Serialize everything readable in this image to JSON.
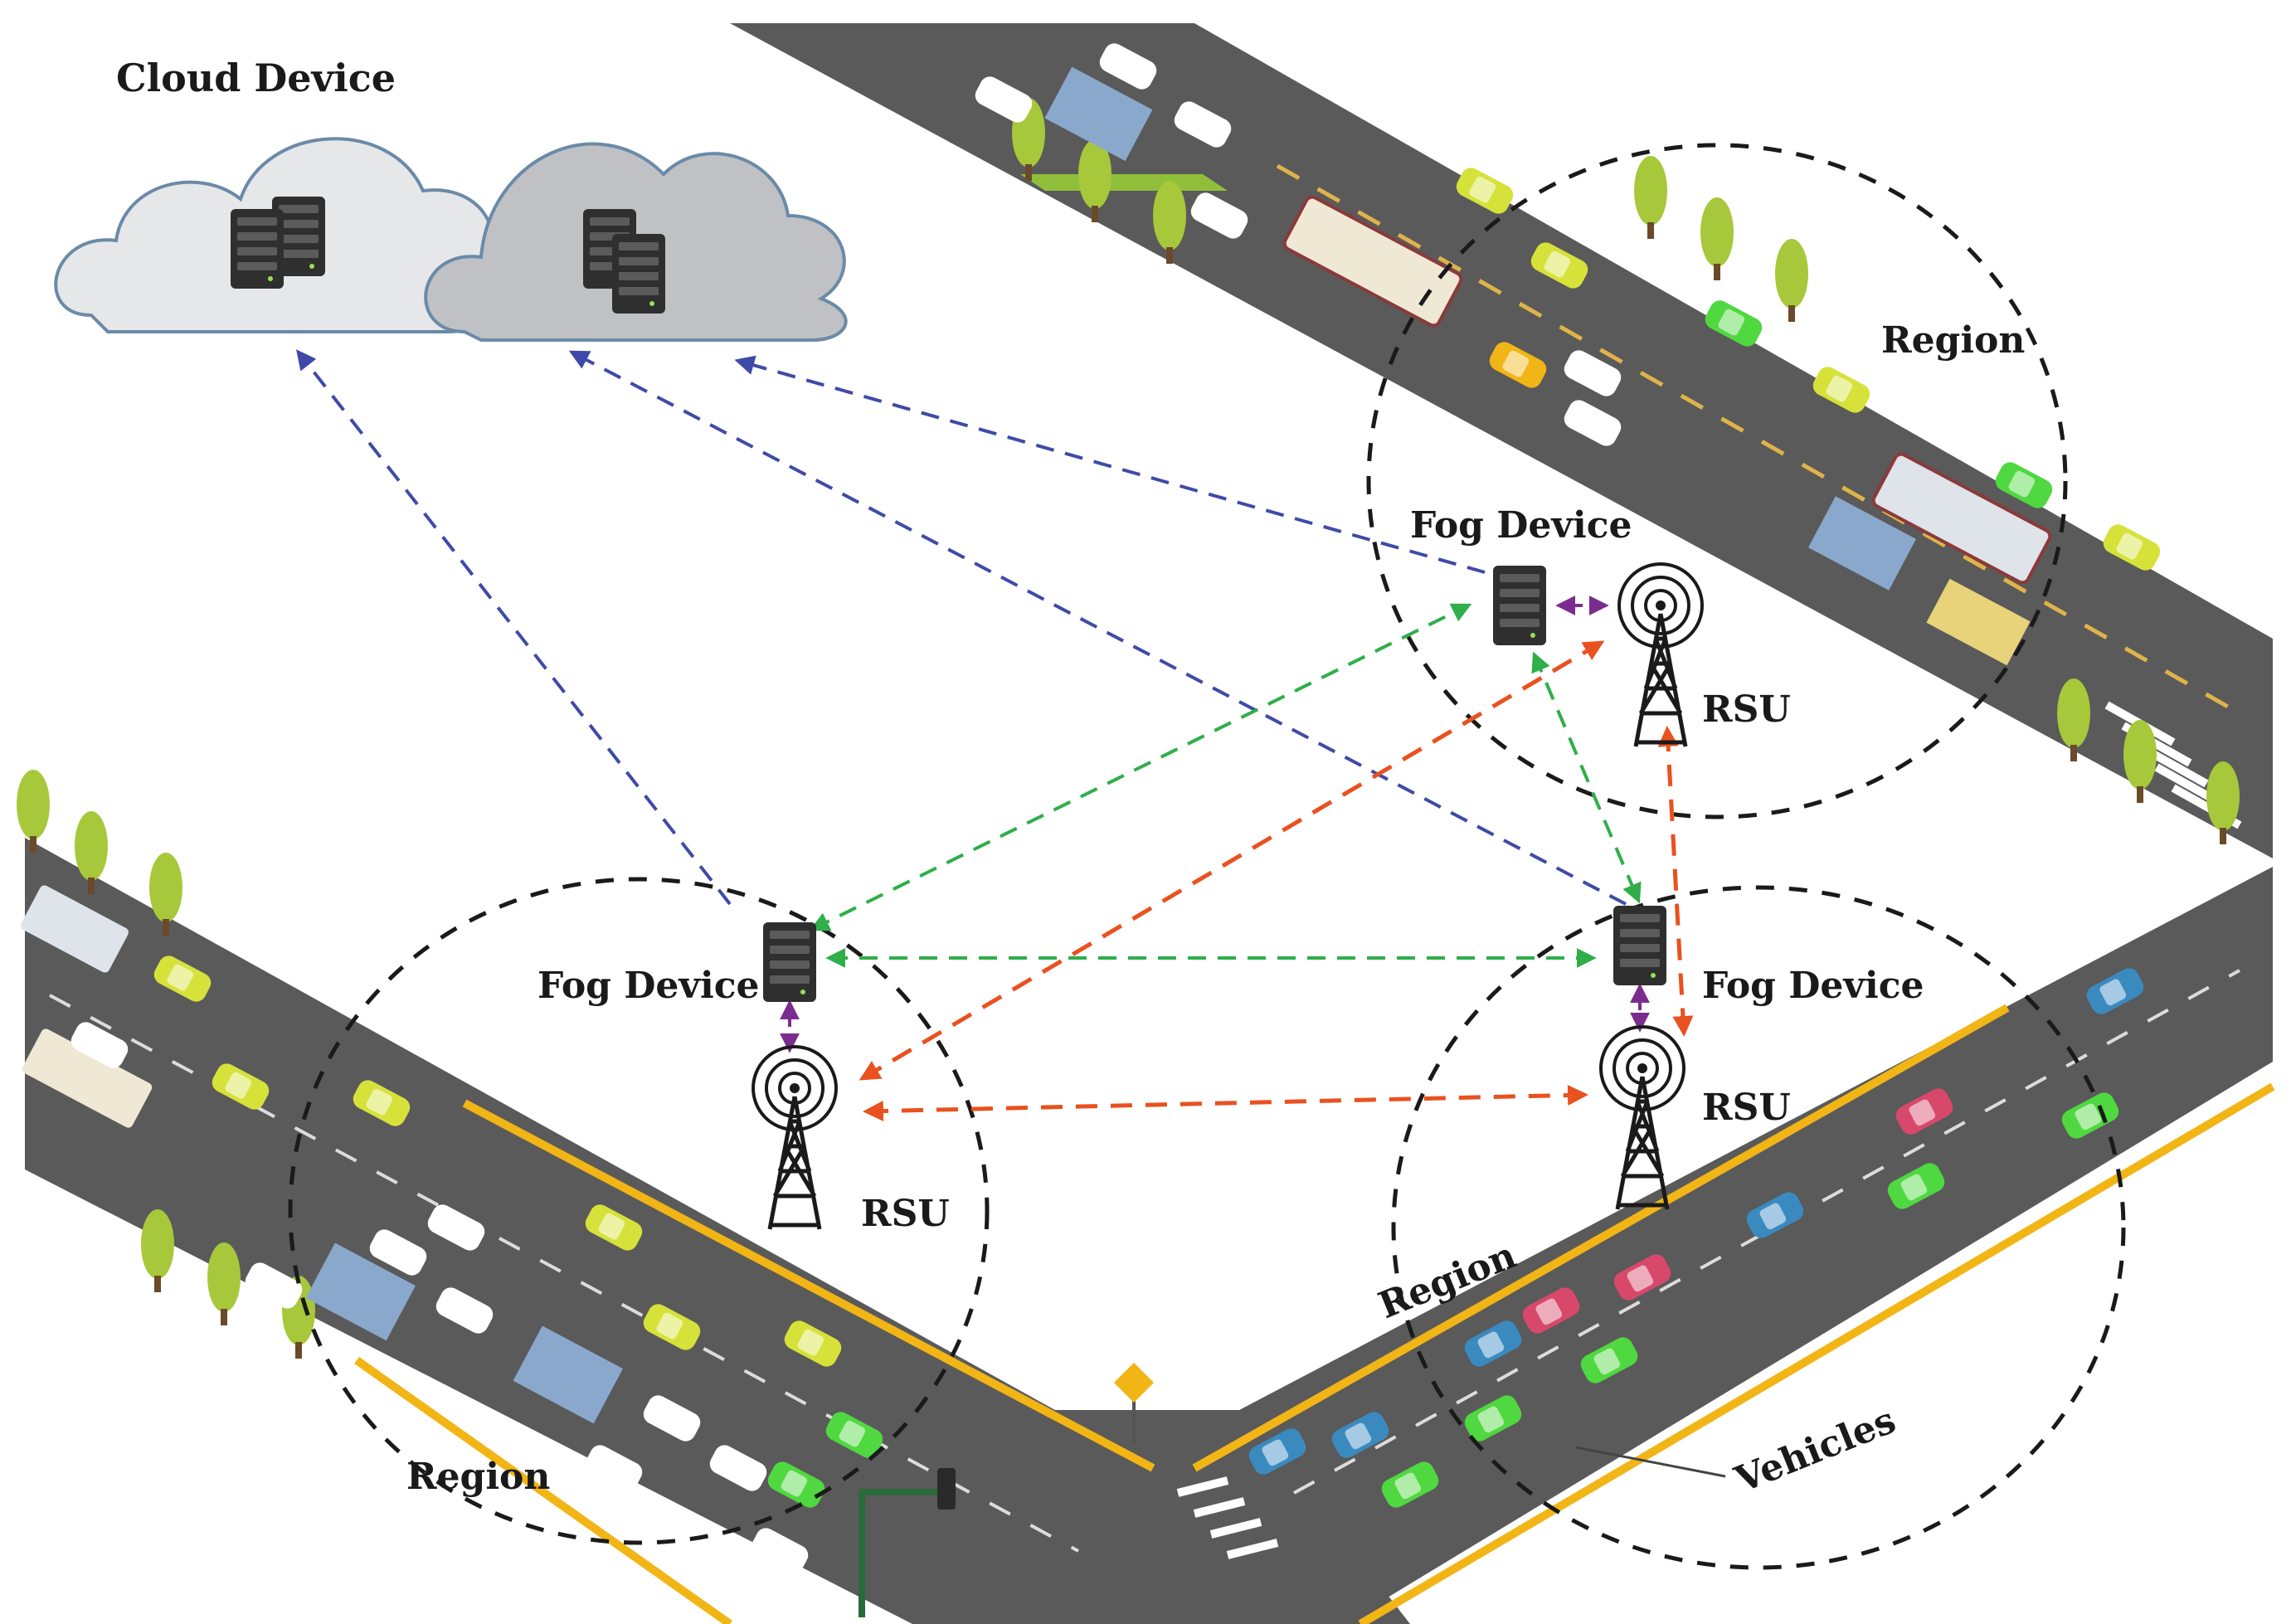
{
  "labels": {
    "cloud": "Cloud Device",
    "fog_top": "Fog Device",
    "fog_left": "Fog Device",
    "fog_right": "Fog Device",
    "rsu_top": "RSU",
    "rsu_left": "RSU",
    "rsu_right": "RSU",
    "region_top": "Region",
    "region_left": "Region",
    "region_right": "Region",
    "vehicles": "Vehicles"
  },
  "colors": {
    "road": "#5a5a5a",
    "road_edge": "#f2b516",
    "grass": "#8fbf3a",
    "tree": "#a7c83a",
    "cloud_light": "#e6e7e9",
    "cloud_dark": "#bfc1c4",
    "server": "#2f2f2f",
    "link_cloud": "#3f4aa8",
    "link_fog": "#2fae4a",
    "link_rsu": "#e9511f",
    "link_local": "#7b2c8f",
    "region": "#1a1a1a"
  }
}
